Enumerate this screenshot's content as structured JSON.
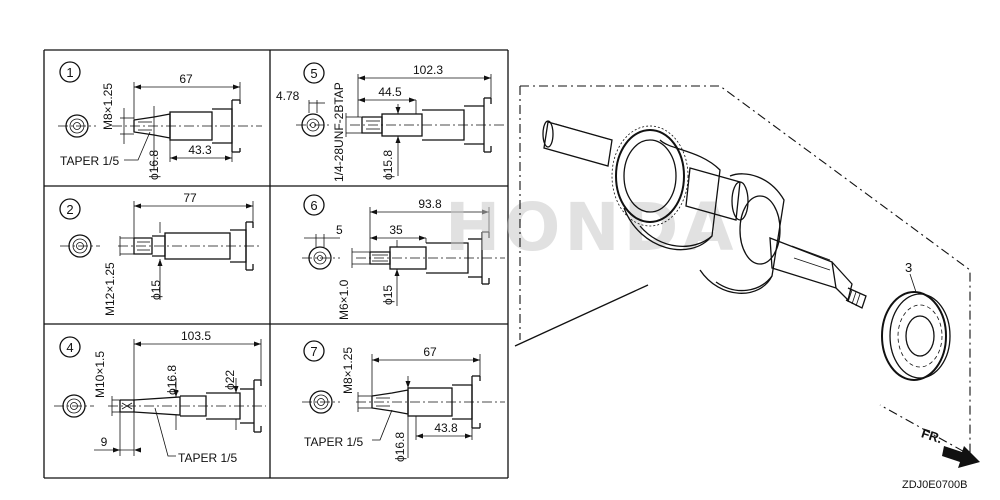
{
  "panels": [
    {
      "id": "1",
      "labels": {
        "length": "67",
        "thread": "M8×1.25",
        "taper": "TAPER 1/5",
        "dia": "ϕ16.8",
        "len2": "43.3"
      }
    },
    {
      "id": "2",
      "labels": {
        "length": "77",
        "thread": "M12×1.25",
        "dia": "ϕ15"
      }
    },
    {
      "id": "4",
      "labels": {
        "length": "103.5",
        "thread": "M10×1.5",
        "dia1": "ϕ16.8",
        "dia2": "ϕ22",
        "len2": "9",
        "taper": "TAPER 1/5"
      }
    },
    {
      "id": "5",
      "labels": {
        "length": "102.3",
        "offset": "4.78",
        "len2": "44.5",
        "thread": "1/4-28UNF-2BTAP",
        "dia": "ϕ15.8"
      }
    },
    {
      "id": "6",
      "labels": {
        "length": "93.8",
        "offset": "5",
        "len2": "35",
        "thread": "M6×1.0",
        "dia": "ϕ15"
      }
    },
    {
      "id": "7",
      "labels": {
        "length": "67",
        "thread": "M8×1.25",
        "taper": "TAPER 1/5",
        "dia": "ϕ16.8",
        "len2": "43.8"
      }
    }
  ],
  "part_callout": "3",
  "watermark": "HONDA",
  "direction_label": "FR.",
  "drawing_code": "ZDJ0E0700B"
}
